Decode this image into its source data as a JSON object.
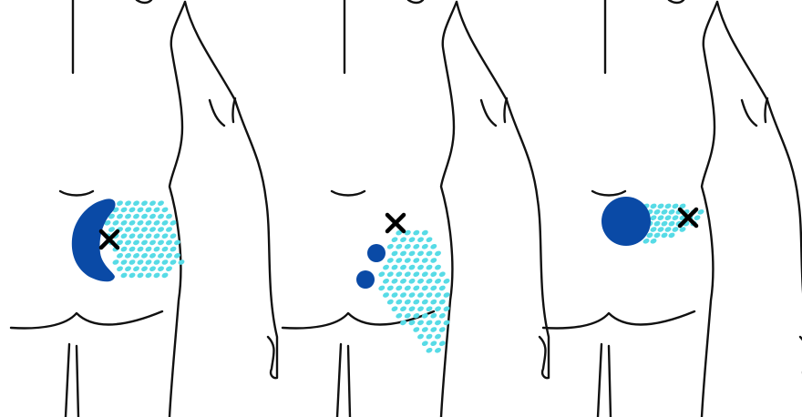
{
  "figure": {
    "panel_count": 3,
    "colors": {
      "outline": "#111111",
      "primary_area": "#0a4aa6",
      "referred_area": "#57dbe6",
      "trigger_mark": "#000000"
    },
    "icons": {
      "trigger_point": "x-mark-icon",
      "primary_pain": "solid-blue-region",
      "referred_pain": "dotted-cyan-region"
    },
    "panels": [
      {
        "id": "panel-1",
        "primary_shape": "crescent",
        "trigger_point": true
      },
      {
        "id": "panel-2",
        "primary_shape": "two-small-blobs",
        "trigger_point": true
      },
      {
        "id": "panel-3",
        "primary_shape": "circle",
        "trigger_point": true
      }
    ]
  }
}
